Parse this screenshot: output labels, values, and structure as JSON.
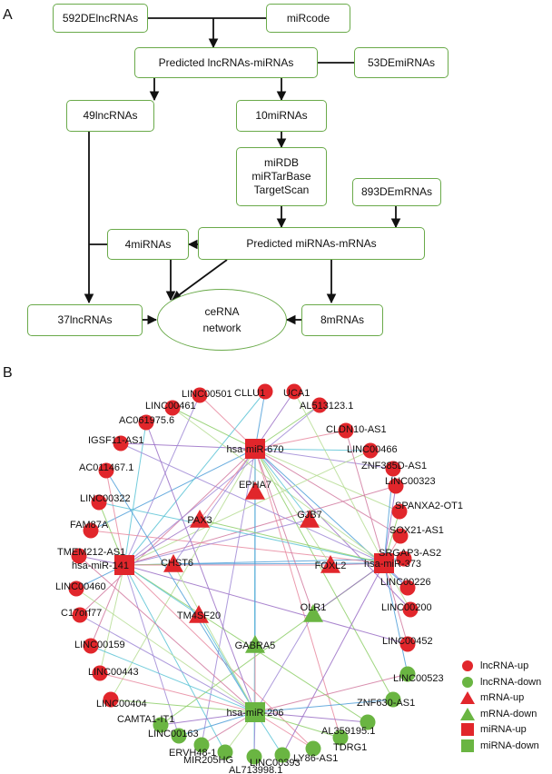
{
  "panels": {
    "a": "A",
    "b": "B"
  },
  "flowchart": {
    "boxes": [
      {
        "id": "b1",
        "label": "592DElncRNAs"
      },
      {
        "id": "b2",
        "label": "miRcode"
      },
      {
        "id": "b3",
        "label": "Predicted lncRNAs-miRNAs"
      },
      {
        "id": "b4",
        "label": "53DEmiRNAs"
      },
      {
        "id": "b5",
        "label": "49lncRNAs"
      },
      {
        "id": "b6",
        "label": "10miRNAs"
      },
      {
        "id": "b7",
        "label": "miRDB\nmiRTarBase\nTargetScan"
      },
      {
        "id": "b8",
        "label": "893DEmRNAs"
      },
      {
        "id": "b9",
        "label": "4miRNAs"
      },
      {
        "id": "b10",
        "label": "Predicted miRNAs-mRNAs"
      },
      {
        "id": "b11",
        "label": "37lncRNAs"
      },
      {
        "id": "b12",
        "label": "8mRNAs"
      }
    ],
    "center": {
      "line1": "ceRNA",
      "line2": "network"
    }
  },
  "network": {
    "colors": {
      "red": "#e1262b",
      "green": "#6ab542"
    },
    "mirnas": [
      {
        "id": "m670",
        "label": "hsa-miR-670",
        "status": "up"
      },
      {
        "id": "m141",
        "label": "hsa-miR-141",
        "status": "up"
      },
      {
        "id": "m373",
        "label": "hsa-miR-373",
        "status": "up"
      },
      {
        "id": "m206",
        "label": "hsa-miR-206",
        "status": "down"
      }
    ],
    "mrnas": [
      {
        "id": "EPHA7",
        "label": "EPHA7",
        "status": "up"
      },
      {
        "id": "PAX3",
        "label": "PAX3",
        "status": "up"
      },
      {
        "id": "GJB7",
        "label": "GJB7",
        "status": "up"
      },
      {
        "id": "CHST6",
        "label": "CHST6",
        "status": "up"
      },
      {
        "id": "FOXL2",
        "label": "FOXL2",
        "status": "up"
      },
      {
        "id": "TM4SF20",
        "label": "TM4SF20",
        "status": "up"
      },
      {
        "id": "OLR1",
        "label": "OLR1",
        "status": "down"
      },
      {
        "id": "GABRA5",
        "label": "GABRA5",
        "status": "down"
      }
    ],
    "lncrnas": [
      {
        "label": "CLLU1",
        "status": "up"
      },
      {
        "label": "UCA1",
        "status": "up"
      },
      {
        "label": "AL513123.1",
        "status": "up"
      },
      {
        "label": "CLDN10-AS1",
        "status": "up"
      },
      {
        "label": "LINC00466",
        "status": "up"
      },
      {
        "label": "ZNF385D-AS1",
        "status": "up"
      },
      {
        "label": "LINC00323",
        "status": "up"
      },
      {
        "label": "SPANXA2-OT1",
        "status": "up"
      },
      {
        "label": "SOX21-AS1",
        "status": "up"
      },
      {
        "label": "SRGAP3-AS2",
        "status": "up"
      },
      {
        "label": "LINC00226",
        "status": "up"
      },
      {
        "label": "LINC00200",
        "status": "up"
      },
      {
        "label": "LINC00452",
        "status": "up"
      },
      {
        "label": "LINC00523",
        "status": "down"
      },
      {
        "label": "ZNF630-AS1",
        "status": "down"
      },
      {
        "label": "AL359195.1",
        "status": "down"
      },
      {
        "label": "TDRG1",
        "status": "down"
      },
      {
        "label": "LY86-AS1",
        "status": "down"
      },
      {
        "label": "LINC00393",
        "status": "down"
      },
      {
        "label": "AL713998.1",
        "status": "down"
      },
      {
        "label": "MIR205HG",
        "status": "down"
      },
      {
        "label": "ERVH48-1",
        "status": "down"
      },
      {
        "label": "LINC00163",
        "status": "down"
      },
      {
        "label": "CAMTA1-IT1",
        "status": "down"
      },
      {
        "label": "LINC00404",
        "status": "up"
      },
      {
        "label": "LINC00443",
        "status": "up"
      },
      {
        "label": "LINC00159",
        "status": "up"
      },
      {
        "label": "C17orf77",
        "status": "up"
      },
      {
        "label": "LINC00460",
        "status": "up"
      },
      {
        "label": "TMEM212-AS1",
        "status": "up"
      },
      {
        "label": "FAM87A",
        "status": "up"
      },
      {
        "label": "LINC00322",
        "status": "up"
      },
      {
        "label": "AC011467.1",
        "status": "up"
      },
      {
        "label": "IGSF11-AS1",
        "status": "up"
      },
      {
        "label": "AC061975.6",
        "status": "up"
      },
      {
        "label": "LINC00461",
        "status": "up"
      },
      {
        "label": "LINC00501",
        "status": "up"
      }
    ],
    "legend": [
      {
        "label": "lncRNA-up",
        "shape": "circle",
        "color": "red"
      },
      {
        "label": "lncRNA-down",
        "shape": "circle",
        "color": "green"
      },
      {
        "label": "mRNA-up",
        "shape": "triangle",
        "color": "red"
      },
      {
        "label": "mRNA-down",
        "shape": "triangle",
        "color": "green"
      },
      {
        "label": "miRNA-up",
        "shape": "square",
        "color": "red"
      },
      {
        "label": "miRNA-down",
        "shape": "square",
        "color": "green"
      }
    ]
  }
}
